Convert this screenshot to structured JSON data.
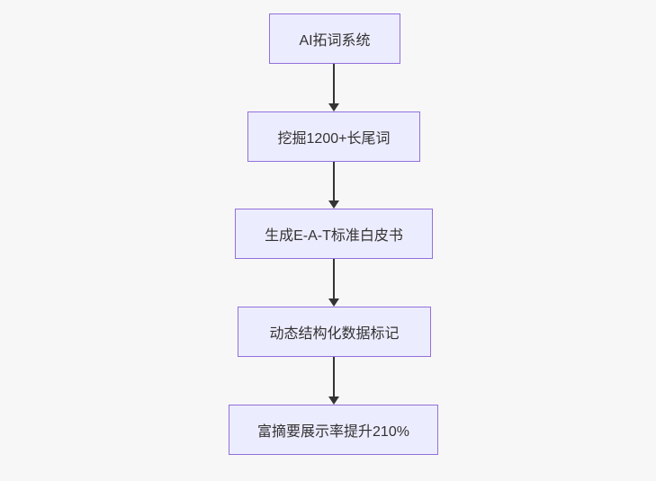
{
  "diagram": {
    "type": "flowchart",
    "direction": "top-down",
    "colors": {
      "background": "#f7f7f7",
      "node_fill": "#ececff",
      "node_border": "#9370db",
      "text": "#333333",
      "arrow": "#333333"
    },
    "nodes": [
      {
        "id": "A",
        "label": "AI拓词系统"
      },
      {
        "id": "B",
        "label": "挖掘1200+长尾词"
      },
      {
        "id": "C",
        "label": "生成E-A-T标准白皮书"
      },
      {
        "id": "D",
        "label": "动态结构化数据标记"
      },
      {
        "id": "E",
        "label": "富摘要展示率提升210%"
      }
    ],
    "edges": [
      {
        "from": "A",
        "to": "B"
      },
      {
        "from": "B",
        "to": "C"
      },
      {
        "from": "C",
        "to": "D"
      },
      {
        "from": "D",
        "to": "E"
      }
    ]
  }
}
